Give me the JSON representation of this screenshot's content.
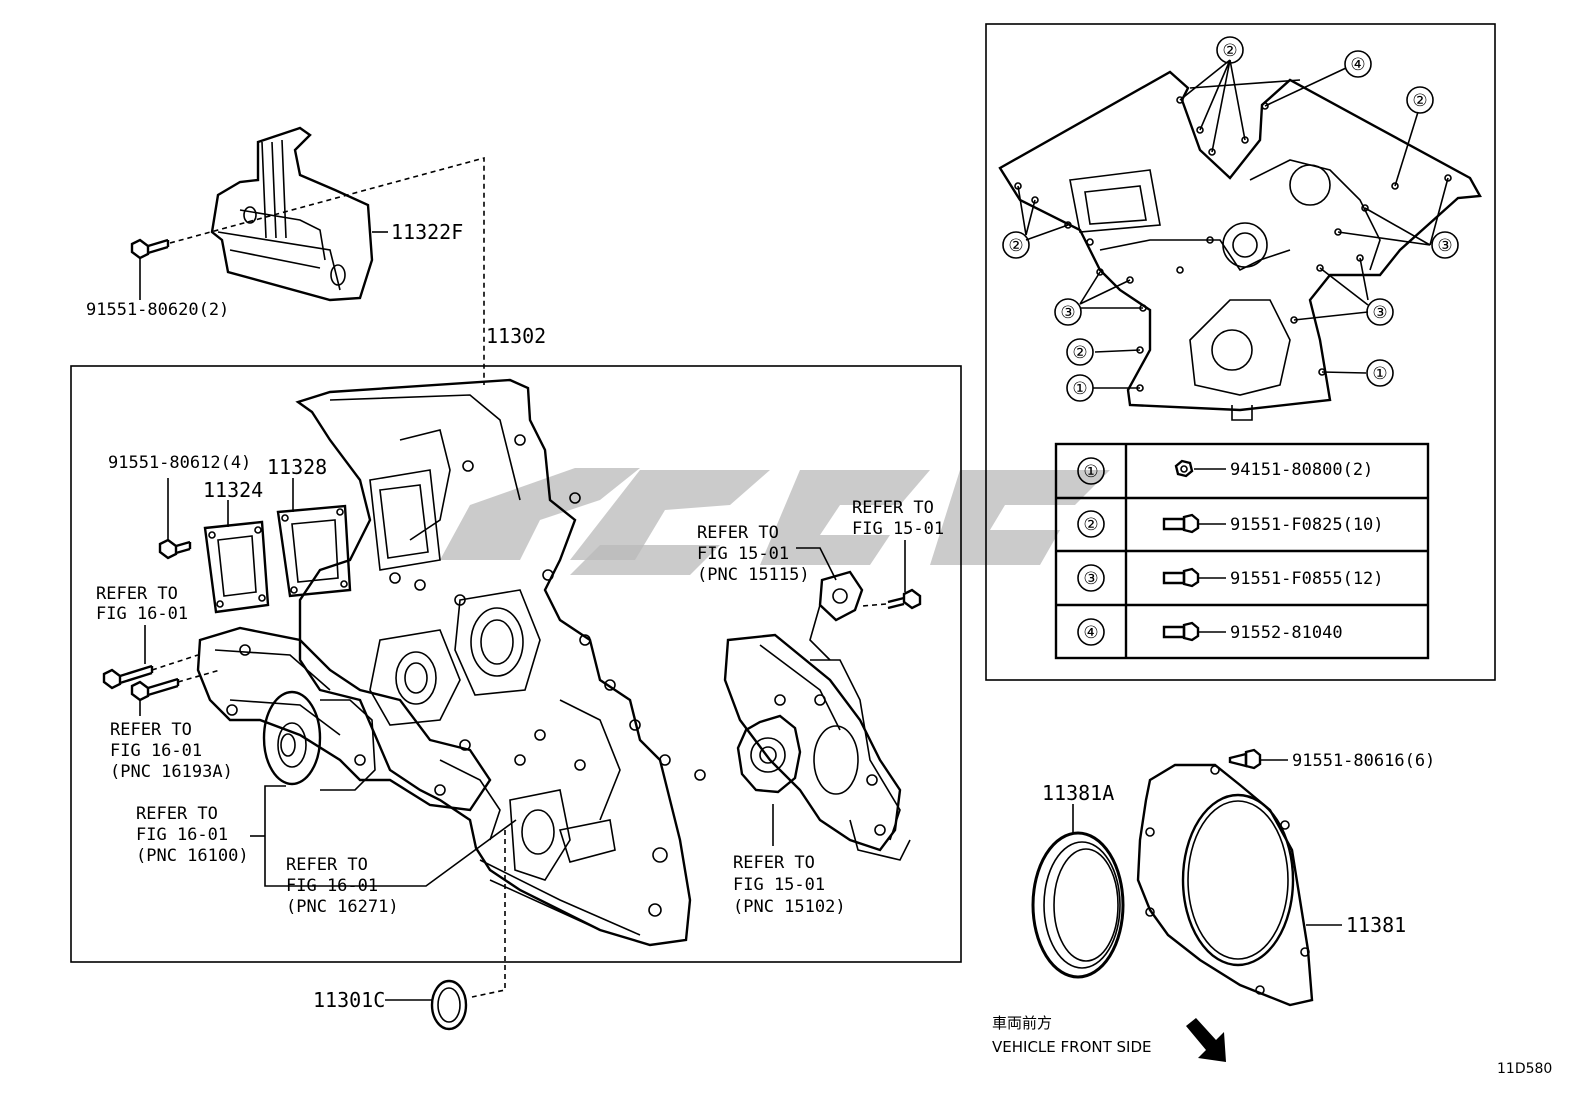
{
  "title": "",
  "part_labels": {
    "cover_bracket": "11322F",
    "cover_bracket_bolt": "91551-80620(2)",
    "timing_cover_assy": "11302",
    "cover_bolt_upper": "91551-80612(4)",
    "gasket_a": "11324",
    "gasket_b": "11328",
    "oil_seal_front": "11301C",
    "rear_seal": "11381A",
    "rear_retainer": "11381",
    "retainer_bolt": "91551-80616(6)"
  },
  "refer_notes": {
    "fig16_a": [
      "REFER TO",
      "FIG 16-01"
    ],
    "fig16_b": [
      "REFER TO",
      "FIG 16-01",
      "(PNC 16193A)"
    ],
    "fig16_c": [
      "REFER TO",
      "FIG 16-01",
      "(PNC 16100)"
    ],
    "fig16_d": [
      "REFER TO",
      "FIG 16-01",
      "(PNC 16271)"
    ],
    "fig15_a": [
      "REFER TO",
      "FIG 15-01",
      "(PNC 15115)"
    ],
    "fig15_b": [
      "REFER TO",
      "FIG 15-01"
    ],
    "fig15_c": [
      "REFER TO",
      "FIG 15-01",
      "(PNC 15102)"
    ]
  },
  "bolt_legend": [
    {
      "key": "①",
      "part": "94151-80800(2)",
      "icon": "nut-icon"
    },
    {
      "key": "②",
      "part": "91551-F0825(10)",
      "icon": "bolt-icon"
    },
    {
      "key": "③",
      "part": "91551-F0855(12)",
      "icon": "bolt-icon"
    },
    {
      "key": "④",
      "part": "91552-81040",
      "icon": "bolt-icon"
    }
  ],
  "inset_callouts": [
    "②",
    "④",
    "②",
    "②",
    "③",
    "③",
    "③",
    "②",
    "①",
    "①"
  ],
  "front_side": {
    "japanese": "車両前方",
    "english": "VEHICLE FRONT SIDE"
  },
  "figure_code": "11D580"
}
